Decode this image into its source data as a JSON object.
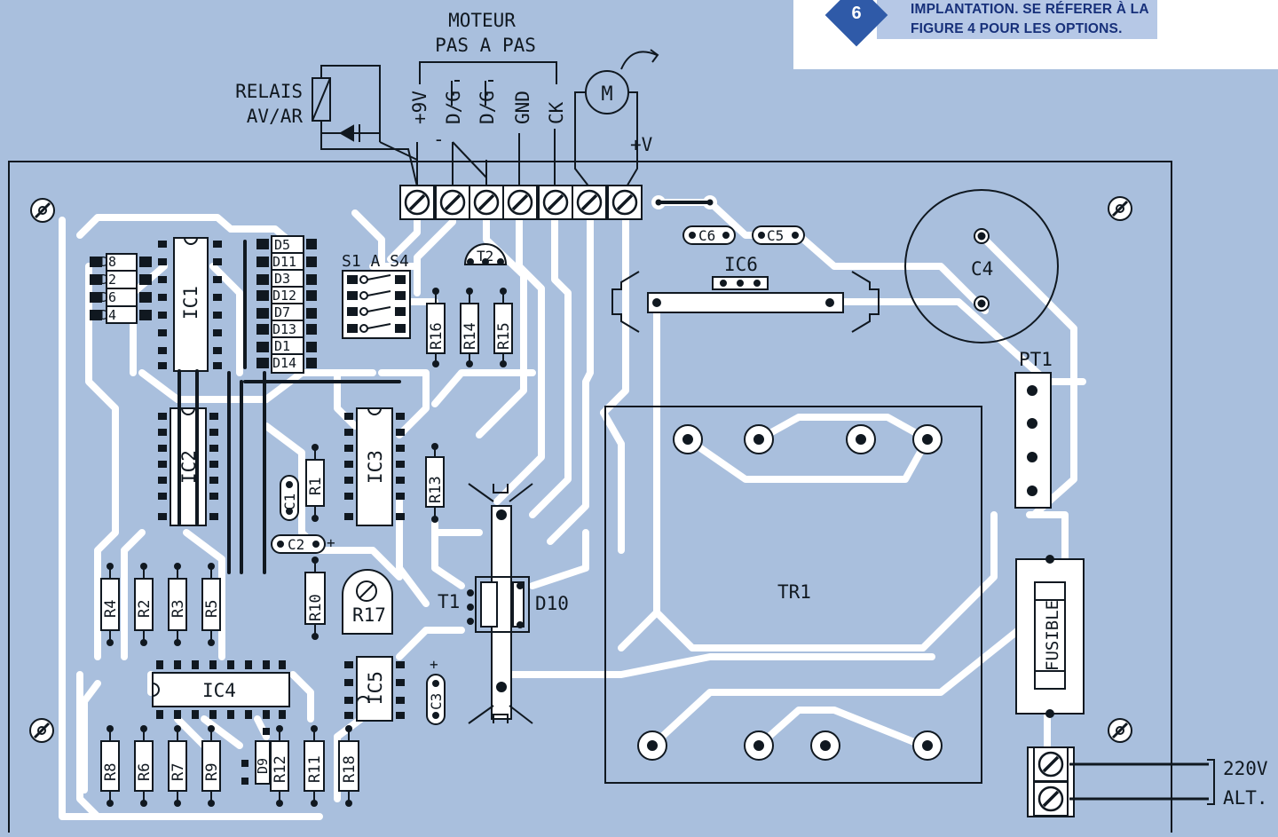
{
  "caption": {
    "number": "6",
    "line1": "IMPLANTATION. SE RÉFERER À LA",
    "line2": "FIGURE 4 POUR LES OPTIONS."
  },
  "colors": {
    "board": "#a9bfdd",
    "trace": "#ffffff",
    "ink": "#101820",
    "caption_accent": "#2f5aa8",
    "caption_text": "#17307a"
  },
  "header": {
    "motor_title_1": "MOTEUR",
    "motor_title_2": "PAS A PAS",
    "relay_1": "RELAIS",
    "relay_2": "AV/AR",
    "motor_symbol": "M",
    "minus_sign": "-",
    "plus_v": "+V",
    "terminals": [
      "+9V",
      "D/G",
      "D/G",
      "GND",
      "CK"
    ]
  },
  "components": {
    "ic1": "IC1",
    "ic2": "IC2",
    "ic3": "IC3",
    "ic4": "IC4",
    "ic5": "IC5",
    "ic6": "IC6",
    "c1": "C1",
    "c2": "C2",
    "c3": "C3",
    "c4": "C4",
    "c5": "C5",
    "c6": "C6",
    "t1": "T1",
    "t2": "T2",
    "d10": "D10",
    "d9": "D9",
    "pt1": "PT1",
    "tr1": "TR1",
    "fuse": "FUSIBLE",
    "switch_label": "S1 A S4",
    "plus": "+",
    "diodes_left": [
      "D8",
      "D2",
      "D6",
      "D4"
    ],
    "diodes_right": [
      "D5",
      "D11",
      "D3",
      "D12",
      "D7",
      "D13",
      "D1",
      "D14"
    ],
    "r_top": [
      "R16",
      "R14",
      "R15"
    ],
    "r_mid": [
      "R4",
      "R2",
      "R3",
      "R5"
    ],
    "r_bottom": [
      "R8",
      "R6",
      "R7",
      "R9"
    ],
    "r1": "R1",
    "r10": "R10",
    "r11": "R11",
    "r12": "R12",
    "r13": "R13",
    "r17": "R17",
    "r18": "R18"
  },
  "mains": {
    "voltage": "220V",
    "type": "ALT."
  }
}
